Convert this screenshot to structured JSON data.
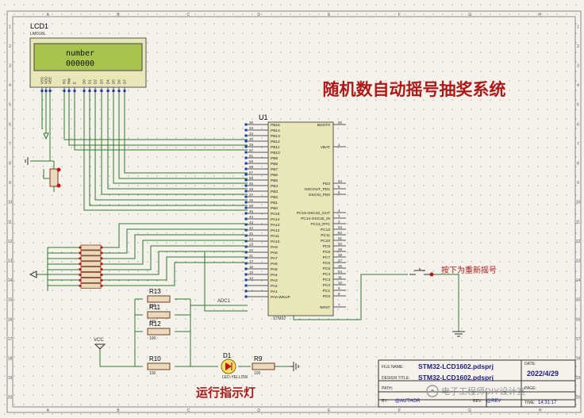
{
  "sheet": {
    "columns": [
      "A",
      "B",
      "C",
      "D",
      "E",
      "F",
      "G",
      "H"
    ],
    "rows": [
      "1",
      "2",
      "3",
      "4",
      "5",
      "6",
      "7",
      "8",
      "9",
      "10",
      "11",
      "12",
      "13",
      "14",
      "15",
      "16",
      "17",
      "18",
      "19",
      "20"
    ]
  },
  "title": "随机数自动摇号抽奖系统",
  "lcd": {
    "ref": "LCD1",
    "model": "LM016L",
    "line1": "number",
    "line2": "000000",
    "pins": [
      "VSS",
      "VDD",
      "VEE",
      "RS",
      "RW",
      "E",
      "D0",
      "D1",
      "D2",
      "D3",
      "D4",
      "D5",
      "D6",
      "D7"
    ]
  },
  "mcu": {
    "ref": "U1",
    "part": "STM32",
    "left_pins": [
      {
        "num": "36",
        "name": "PB15"
      },
      {
        "num": "34",
        "name": "PB14"
      },
      {
        "num": "33",
        "name": "PB13"
      },
      {
        "num": "30",
        "name": "PB12"
      },
      {
        "num": "29",
        "name": "PB11"
      },
      {
        "num": "62",
        "name": "PB10"
      },
      {
        "num": "61",
        "name": "PB9"
      },
      {
        "num": "59",
        "name": "PB8"
      },
      {
        "num": "58",
        "name": "PB7"
      },
      {
        "num": "57",
        "name": "PB6"
      },
      {
        "num": "56",
        "name": "PB5"
      },
      {
        "num": "55",
        "name": "PB4"
      },
      {
        "num": "28",
        "name": "PB3"
      },
      {
        "num": "27",
        "name": "PB2"
      },
      {
        "num": "26",
        "name": "PB1"
      },
      {
        "num": "50",
        "name": "PB0"
      },
      {
        "num": "45",
        "name": "PA15"
      },
      {
        "num": "44",
        "name": "PA14"
      },
      {
        "num": "43",
        "name": "PA13"
      },
      {
        "num": "42",
        "name": "PA12"
      },
      {
        "num": "41",
        "name": "PA11"
      },
      {
        "num": "24",
        "name": "PA10"
      },
      {
        "num": "23",
        "name": "PA9"
      },
      {
        "num": "22",
        "name": "PA8"
      },
      {
        "num": "21",
        "name": "PA7"
      },
      {
        "num": "17",
        "name": "PA6"
      },
      {
        "num": "16",
        "name": "PA5"
      },
      {
        "num": "15",
        "name": "PA4"
      },
      {
        "num": "14",
        "name": "PA3"
      },
      {
        "num": "",
        "name": "PA2"
      },
      {
        "num": "",
        "name": "PA1"
      },
      {
        "num": "",
        "name": "PA0-WKUP"
      }
    ],
    "right_pins": [
      {
        "num": "60",
        "name": "BOOT0"
      },
      {
        "num": "1",
        "name": "VBAT"
      },
      {
        "num": "54",
        "name": "PD2"
      },
      {
        "num": "6",
        "name": "OSCOUT_PD1"
      },
      {
        "num": "5",
        "name": "OSCIN_PD0"
      },
      {
        "num": "4",
        "name": "PC15-OSC32_OUT"
      },
      {
        "num": "3",
        "name": "PC14-OSC32_IN"
      },
      {
        "num": "2",
        "name": "PC13_RTC"
      },
      {
        "num": "53",
        "name": "PC12"
      },
      {
        "num": "52",
        "name": "PC11"
      },
      {
        "num": "51",
        "name": "PC10"
      },
      {
        "num": "40",
        "name": "PC9"
      },
      {
        "num": "39",
        "name": "PC8"
      },
      {
        "num": "38",
        "name": "PC7"
      },
      {
        "num": "37",
        "name": "PC6"
      },
      {
        "num": "25",
        "name": "PC5"
      },
      {
        "num": "24",
        "name": "PC4"
      },
      {
        "num": "11",
        "name": "PC3"
      },
      {
        "num": "10",
        "name": "PC2"
      },
      {
        "num": "9",
        "name": "PC1"
      },
      {
        "num": "8",
        "name": "PC0"
      },
      {
        "num": "7",
        "name": "NRST"
      }
    ]
  },
  "components": {
    "r13": {
      "ref": "R13",
      "value": "100"
    },
    "r11": {
      "ref": "R11",
      "value": "100"
    },
    "r12": {
      "ref": "R12",
      "value": "100"
    },
    "r10": {
      "ref": "R10",
      "value": "100"
    },
    "r9": {
      "ref": "R9",
      "value": "100"
    },
    "d1": {
      "ref": "D1",
      "part": "LED-YELLOW"
    },
    "adc_label": "ADC1",
    "vcc": "VCC"
  },
  "labels": {
    "button_note": "按下为重新摇号",
    "run_led": "运行指示灯"
  },
  "title_block": {
    "file_name_label": "FILE NAME:",
    "file_name": "STM32-LCD1602.pdsprj",
    "design_title_label": "DESIGN TITLE:",
    "design_title": "STM32-LCD1602.pdsprj",
    "path_label": "PATH:",
    "by_label": "BY:",
    "author": "@AUTHOR",
    "rev_label": "REV:",
    "rev": "@REV",
    "date_label": "DATE:",
    "date": "2022/4/29",
    "page_label": "PAGE:",
    "time_label": "TIME:",
    "time": "14:31:17"
  },
  "watermark": "电子工程师DIY设计室"
}
